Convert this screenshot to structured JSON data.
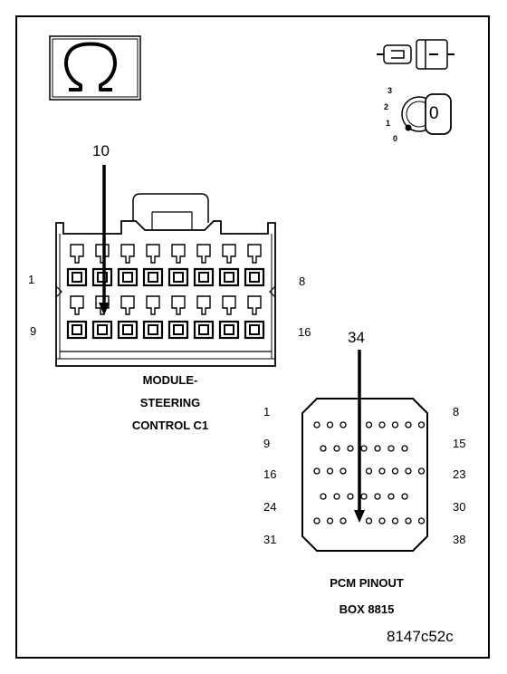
{
  "callouts": {
    "module_pin": "10",
    "pcm_pin": "34"
  },
  "module_connector": {
    "name_line1": "MODULE-",
    "name_line2": "STEERING",
    "name_line3": "CONTROL C1",
    "pin_label_top_left": "1",
    "pin_label_top_right": "8",
    "pin_label_bottom_left": "9",
    "pin_label_bottom_right": "16"
  },
  "pcm_connector": {
    "name_line1": "PCM PINOUT",
    "name_line2": "BOX 8815",
    "left_labels": [
      "1",
      "9",
      "16",
      "24",
      "31"
    ],
    "right_labels": [
      "8",
      "15",
      "23",
      "30",
      "38"
    ]
  },
  "ignition_switch": {
    "positions": [
      "3",
      "2",
      "1",
      "0"
    ],
    "key_label": "0"
  },
  "figure_id": "8147c52c"
}
